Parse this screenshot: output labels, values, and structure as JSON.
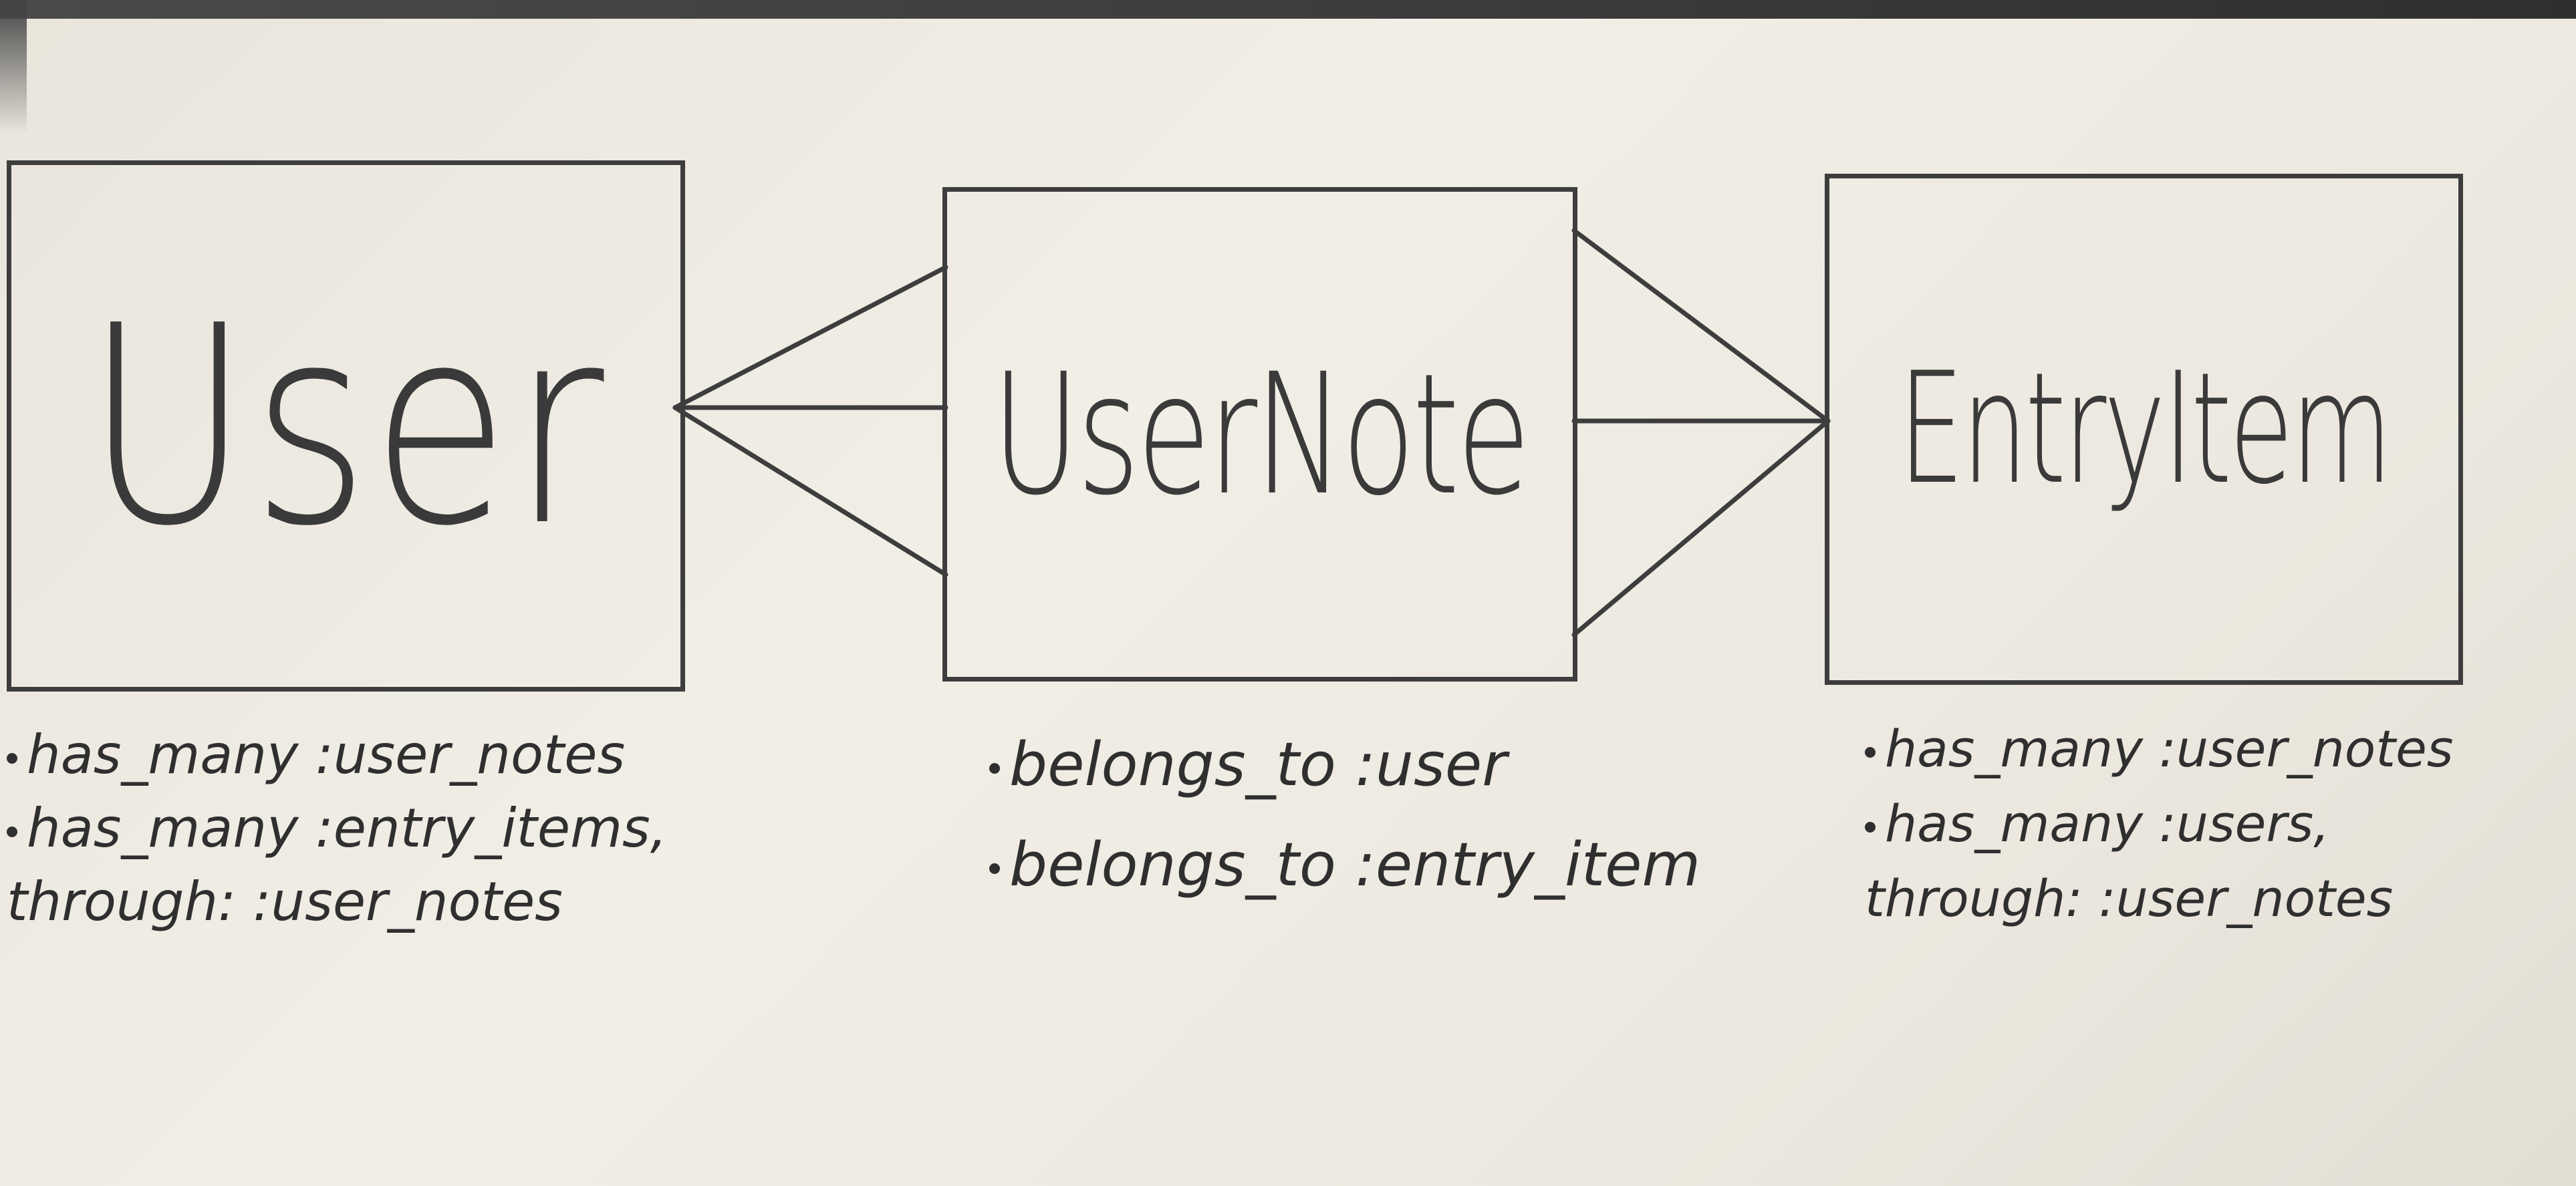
{
  "entities": {
    "user": {
      "name": "User",
      "notes": [
        "has_many :user_notes",
        "has_many :entry_items,"
      ],
      "note_continuation": "through: :user_notes"
    },
    "user_note": {
      "name": "UserNote",
      "notes": [
        "belongs_to :user",
        "belongs_to :entry_item"
      ]
    },
    "entry_item": {
      "name": "EntryItem",
      "notes": [
        "has_many :user_notes",
        "has_many :users,"
      ],
      "note_continuation": "through: :user_notes"
    }
  },
  "colors": {
    "paper": "#efebe3",
    "ink": "#3d3d3d"
  }
}
